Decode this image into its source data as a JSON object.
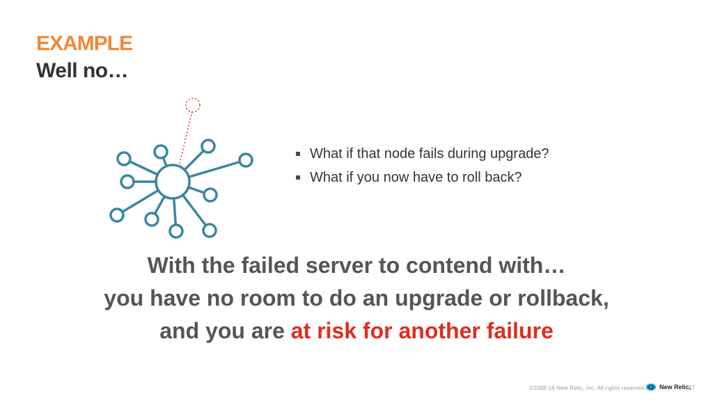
{
  "slide": {
    "kicker": "EXAMPLE",
    "title": "Well no…"
  },
  "bullets": [
    {
      "text": "What if that node fails during upgrade?"
    },
    {
      "text": "What if you now have to roll back?"
    }
  ],
  "statement": {
    "line1": "With the failed server to contend with…",
    "line2": "you have no room to do an upgrade or rollback,",
    "line3_prefix": "and you are ",
    "line3_emphasis": "at risk for another failure"
  },
  "footer": {
    "copyright": "©2008-16 New Relic, Inc. All rights reserved.",
    "logo_text": "New Relic.",
    "page_number": "37"
  },
  "colors": {
    "accent_orange": "#f0883a",
    "emphasis_red": "#dd2e1f",
    "node_teal": "#3a86a0",
    "failed_node_red": "#d2382a"
  },
  "icons": {
    "diagram": "network-hub-icon",
    "logo": "new-relic-logo-icon"
  }
}
